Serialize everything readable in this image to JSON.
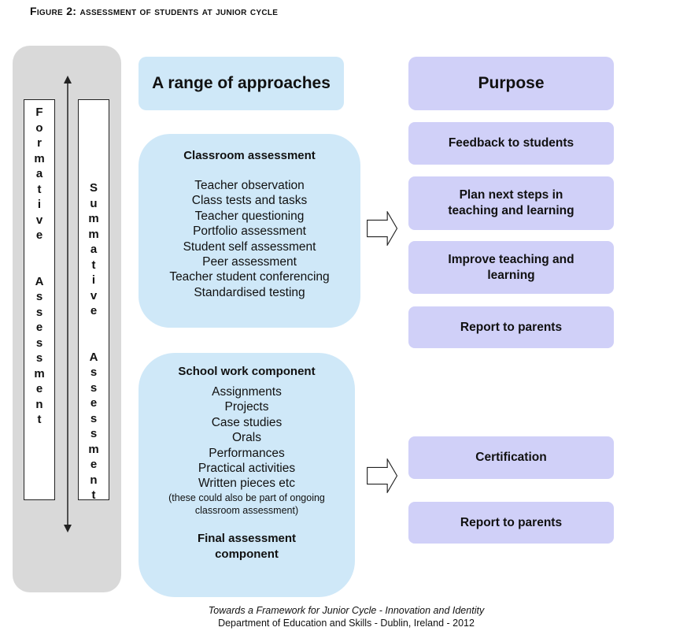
{
  "figure_title": "Figure 2: assessment of students at junior cycle",
  "sidebar": {
    "formative": "Formative Assessment",
    "summative": "Summative Assessment"
  },
  "headers": {
    "approaches": "A range of approaches",
    "purpose": "Purpose"
  },
  "classroom": {
    "title": "Classroom assessment",
    "items": [
      "Teacher observation",
      "Class tests and tasks",
      "Teacher questioning",
      "Portfolio assessment",
      "Student self assessment",
      "Peer assessment",
      "Teacher student conferencing",
      "Standardised testing"
    ]
  },
  "school": {
    "title": "School work component",
    "items": [
      "Assignments",
      "Projects",
      "Case studies",
      "Orals",
      "Performances",
      "Practical activities",
      "Written pieces etc"
    ],
    "note_line1": "(these could also be part of ongoing",
    "note_line2": "classroom assessment)",
    "final_line1": "Final assessment",
    "final_line2": "component"
  },
  "purposes": {
    "feedback": "Feedback to students",
    "plan_line1": "Plan next steps in",
    "plan_line2": "teaching and learning",
    "improve_line1": "Improve teaching and",
    "improve_line2": "learning",
    "report1": "Report to parents",
    "certification": "Certification",
    "report2": "Report to parents"
  },
  "caption": {
    "line1": "Towards a Framework for Junior Cycle - Innovation and Identity",
    "line2": "Department of Education and Skills - Dublin, Ireland - 2012"
  },
  "colors": {
    "approach_fill": "#cfe8f8",
    "purpose_fill": "#d0d0f8",
    "side_panel": "#d9d9d9"
  }
}
